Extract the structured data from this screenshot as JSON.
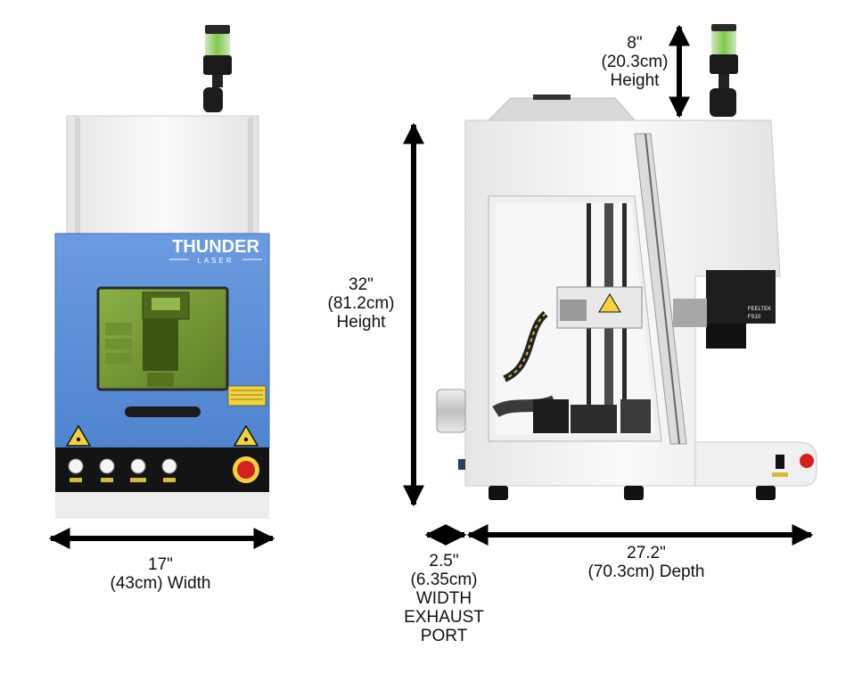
{
  "brand": {
    "name": "THUNDER",
    "sub": "LASER"
  },
  "dimensions": {
    "tower_height": {
      "line1": "8\"",
      "line2": "(20.3cm)",
      "line3": "Height"
    },
    "total_height": {
      "line1": "32\"",
      "line2": "(81.2cm)",
      "line3": "Height"
    },
    "width": {
      "line1": "17\"",
      "line2": "(43cm) Width"
    },
    "exhaust": {
      "line1": "2.5\"",
      "line2": "(6.35cm)",
      "line3": "WIDTH",
      "line4": "EXHAUST",
      "line5": "PORT"
    },
    "depth": {
      "line1": "27.2\"",
      "line2": "(70.3cm) Depth"
    }
  },
  "side_module": {
    "label": "FEELTEK",
    "model": "FS10"
  },
  "colors": {
    "front_panel": "#5b8fd6",
    "window": "#7fa23a",
    "cabinet": "#f2f2f2",
    "arrow": "#000000",
    "estop": "#d42020"
  },
  "icons": [
    "laser-warning-icon",
    "emergency-stop-icon",
    "signal-tower-icon"
  ]
}
